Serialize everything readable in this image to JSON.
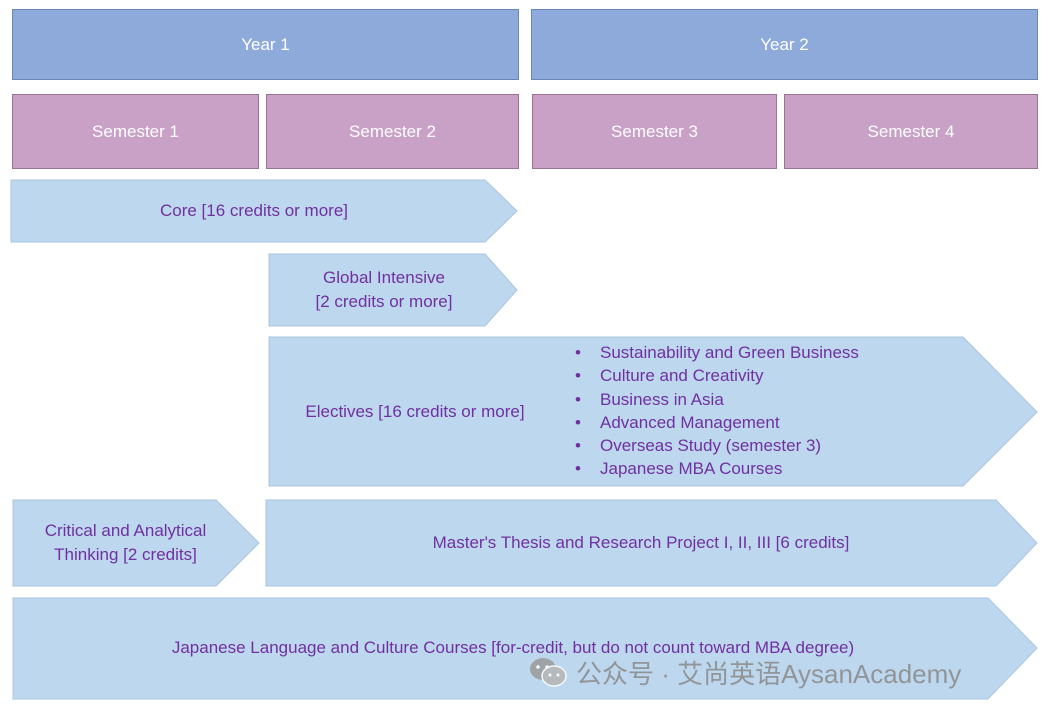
{
  "years": [
    "Year 1",
    "Year 2"
  ],
  "semesters": [
    "Semester 1",
    "Semester 2",
    "Semester 3",
    "Semester 4"
  ],
  "core": "Core [16 credits or more]",
  "global_intensive": [
    "Global Intensive",
    "[2 credits or more]"
  ],
  "electives": {
    "label": "Electives [16 credits or more]",
    "bullet_glyph": "•",
    "items": [
      "Sustainability and Green Business",
      "Culture and Creativity",
      "Business in Asia",
      "Advanced Management",
      "Overseas Study (semester 3)",
      "Japanese MBA Courses"
    ]
  },
  "critical": [
    "Critical and Analytical",
    "Thinking [2 credits]"
  ],
  "thesis": "Master's Thesis and Research Project I, II, III [6 credits]",
  "japanese": "Japanese Language and Culture Courses [for-credit, but do not count toward MBA degree)",
  "watermark": "公众号 · 艾尚英语AysanAcademy",
  "colors": {
    "year_fill": "#8eaadb",
    "semester_fill": "#c9a0c6",
    "arrow_fill": "#bdd7ee",
    "label_text": "#7030a0"
  }
}
